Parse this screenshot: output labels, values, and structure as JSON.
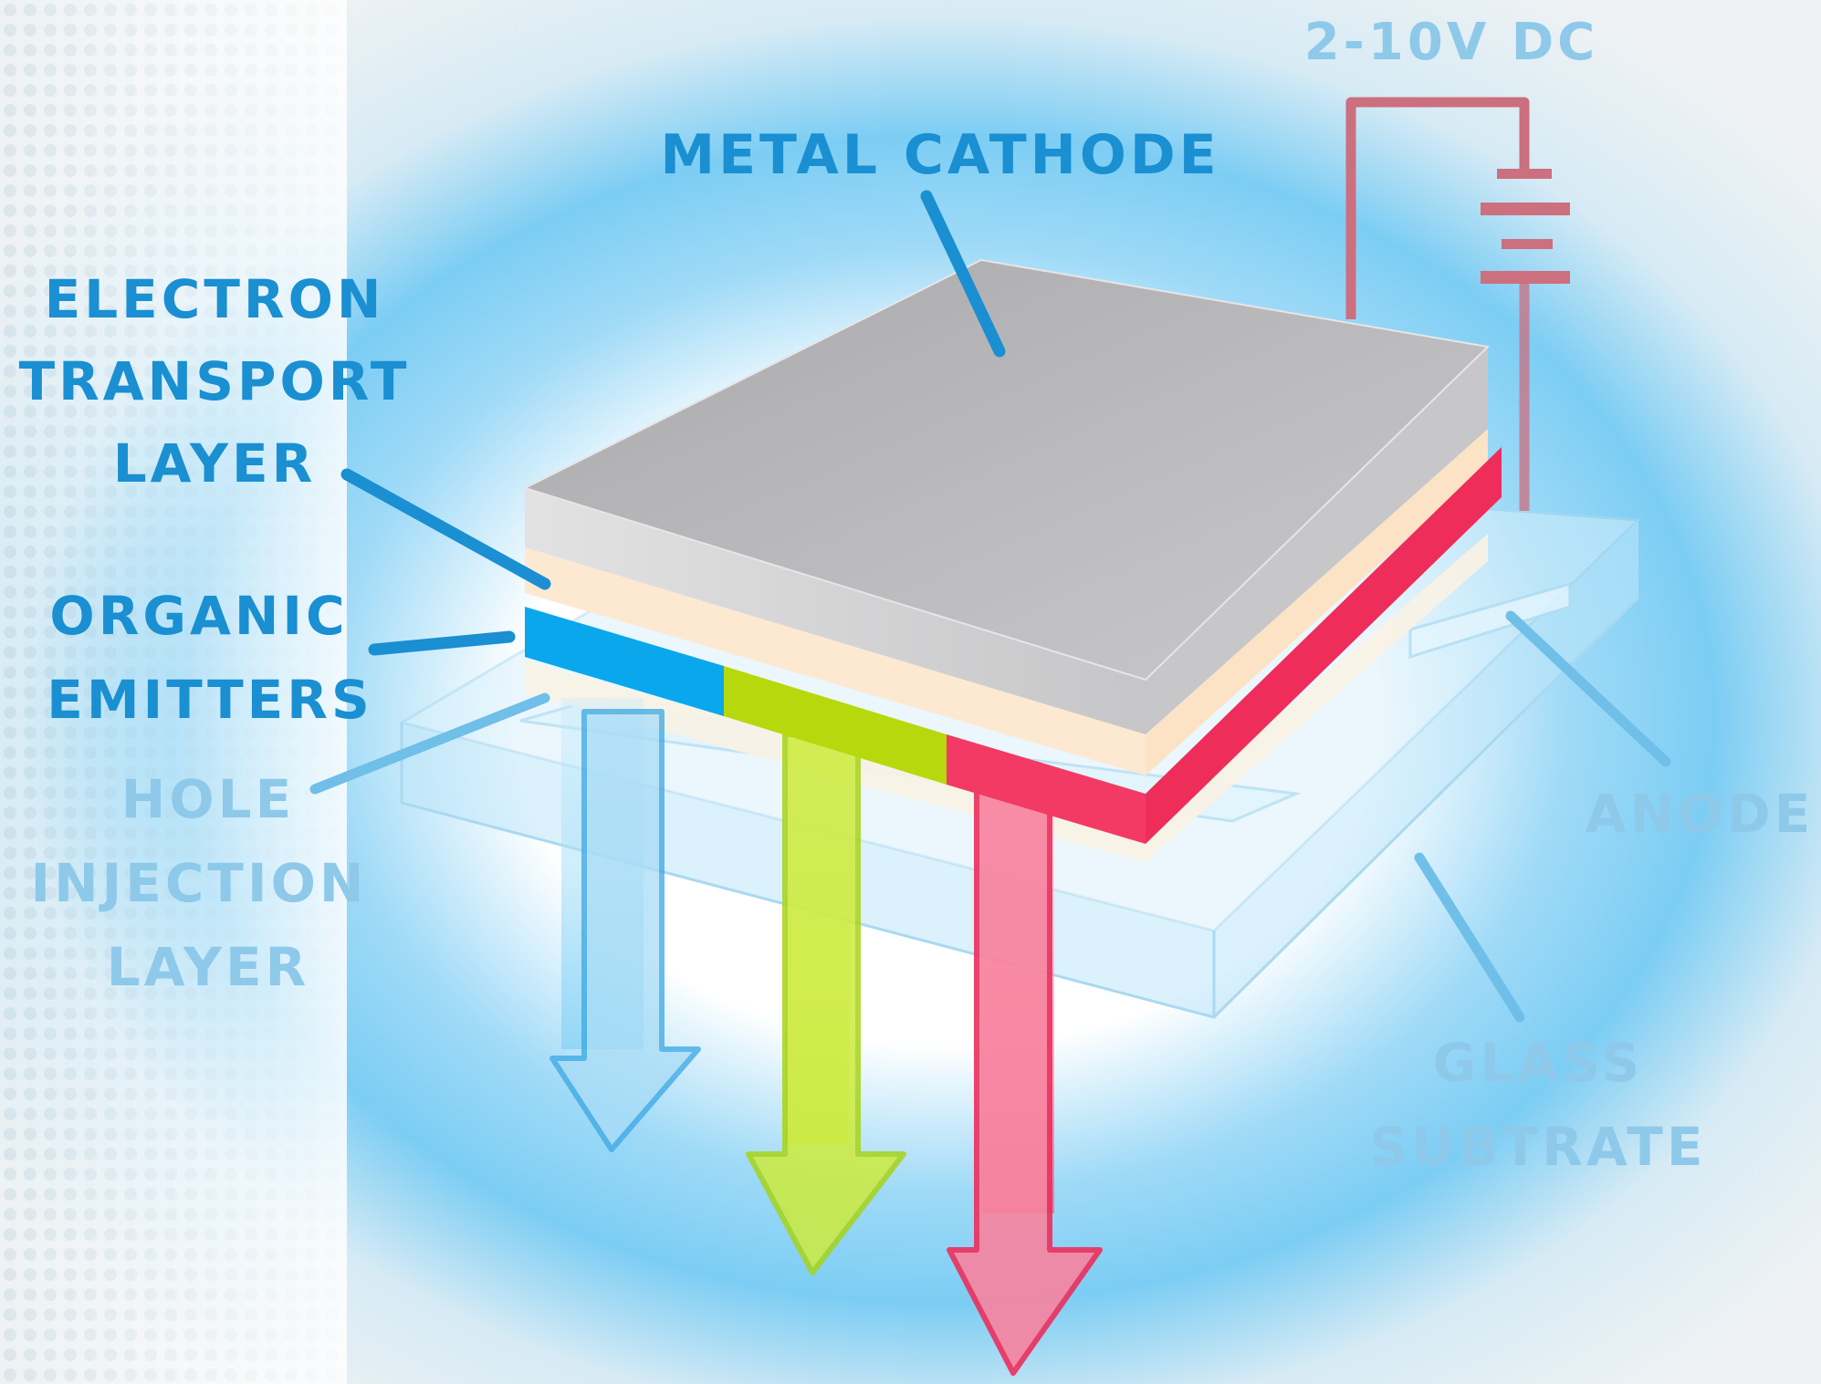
{
  "labels": {
    "voltage": "2-10V DC",
    "metal_cathode": "METAL CATHODE",
    "etl_line1": "ELECTRON",
    "etl_line2": "TRANSPORT",
    "etl_line3": "LAYER",
    "emitters_line1": "ORGANIC",
    "emitters_line2": "EMITTERS",
    "hil_line1": "HOLE",
    "hil_line2": "INJECTION",
    "hil_line3": "LAYER",
    "anode": "ANODE",
    "glass_line1": "GLASS",
    "glass_line2": "SUBTRATE"
  },
  "colors": {
    "label_strong": "#1a8fd1",
    "label_faint": "#8ec9ea",
    "circuit_wire": "#cc6f7e",
    "cathode": "#b9b9bb",
    "transport_layer": "#fde9d2",
    "emitter_blue": "#0aa7ec",
    "emitter_green": "#b8d80e",
    "emitter_red": "#f23a65"
  }
}
